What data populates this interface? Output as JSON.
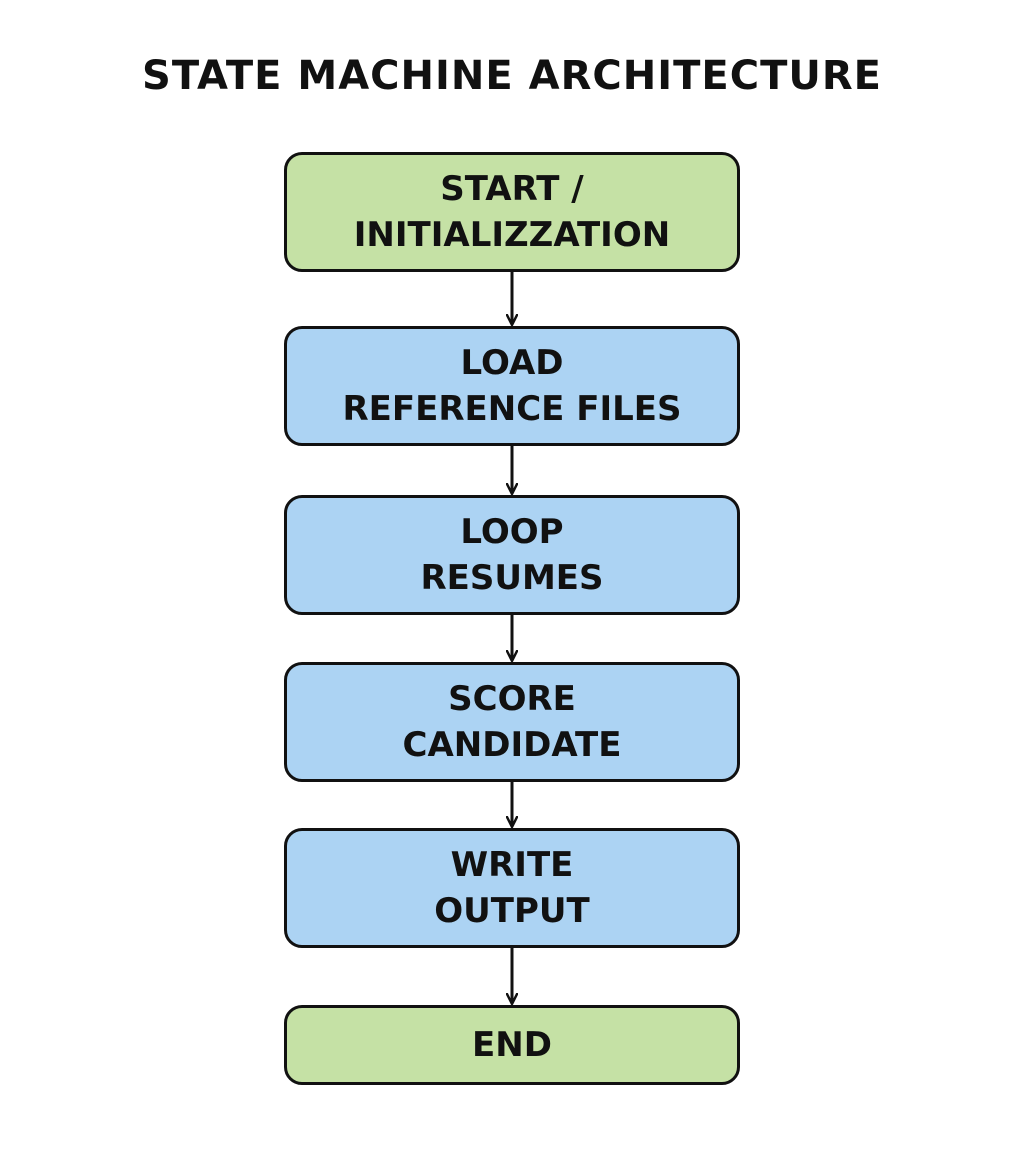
{
  "title": "STATE MACHINE ARCHITECTURE",
  "colors": {
    "terminal_fill": "#c5e1a5",
    "process_fill": "#acd3f3",
    "stroke": "#111111"
  },
  "nodes": [
    {
      "id": "start",
      "kind": "terminal",
      "lines": [
        "START /",
        "INITIALIZZATION"
      ]
    },
    {
      "id": "load",
      "kind": "process",
      "lines": [
        "LOAD",
        "REFERENCE FILES"
      ]
    },
    {
      "id": "loop",
      "kind": "process",
      "lines": [
        "LOOP",
        "RESUMES"
      ]
    },
    {
      "id": "score",
      "kind": "process",
      "lines": [
        "SCORE",
        "CANDIDATE"
      ]
    },
    {
      "id": "write",
      "kind": "process",
      "lines": [
        "WRITE",
        "OUTPUT"
      ]
    },
    {
      "id": "end",
      "kind": "terminal",
      "lines": [
        "END"
      ]
    }
  ],
  "edges": [
    {
      "from": "start",
      "to": "load"
    },
    {
      "from": "load",
      "to": "loop"
    },
    {
      "from": "loop",
      "to": "score"
    },
    {
      "from": "score",
      "to": "write"
    },
    {
      "from": "write",
      "to": "end"
    }
  ]
}
